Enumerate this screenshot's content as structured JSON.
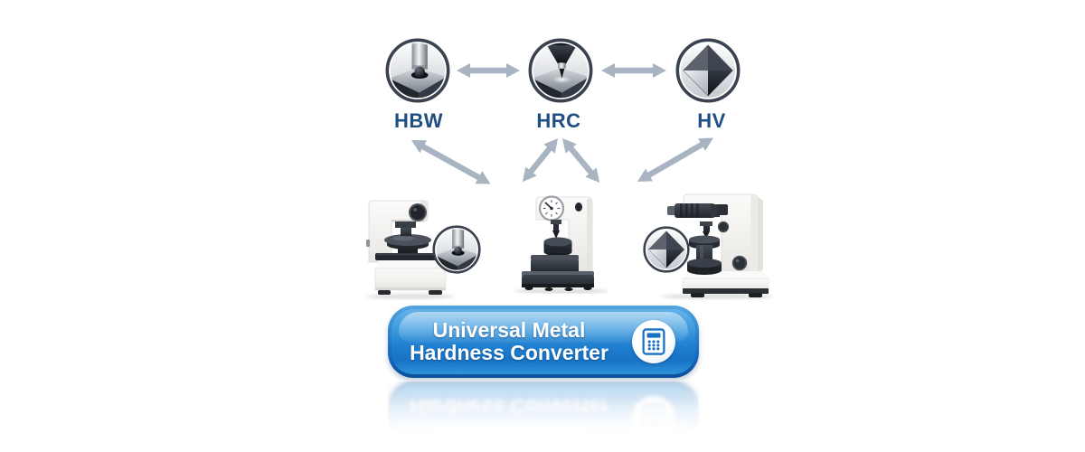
{
  "page": {
    "background": "#ffffff"
  },
  "scales": {
    "label_color": "#1e4e82",
    "items": [
      {
        "id": "hbw",
        "label": "HBW",
        "icon": "ball-indenter-icon"
      },
      {
        "id": "hrc",
        "label": "HRC",
        "icon": "cone-indenter-icon"
      },
      {
        "id": "hv",
        "label": "HV",
        "icon": "diamond-indenter-icon"
      }
    ]
  },
  "arrows": {
    "color": "#a9b4c2"
  },
  "machines": {
    "items": [
      {
        "id": "brinell-tester",
        "inset_icon": "ball-indenter-icon"
      },
      {
        "id": "rockwell-tester-dial"
      },
      {
        "id": "vickers-tester",
        "inset_icon": "diamond-indenter-icon"
      }
    ]
  },
  "cta_button": {
    "line1": "Universal Metal",
    "line2": "Hardness Converter",
    "icon": "calculator-icon",
    "text_color": "#ffffff",
    "gradient_top": "#5fb0ea",
    "gradient_bottom": "#0c5099",
    "icon_color": "#1a70c4"
  }
}
